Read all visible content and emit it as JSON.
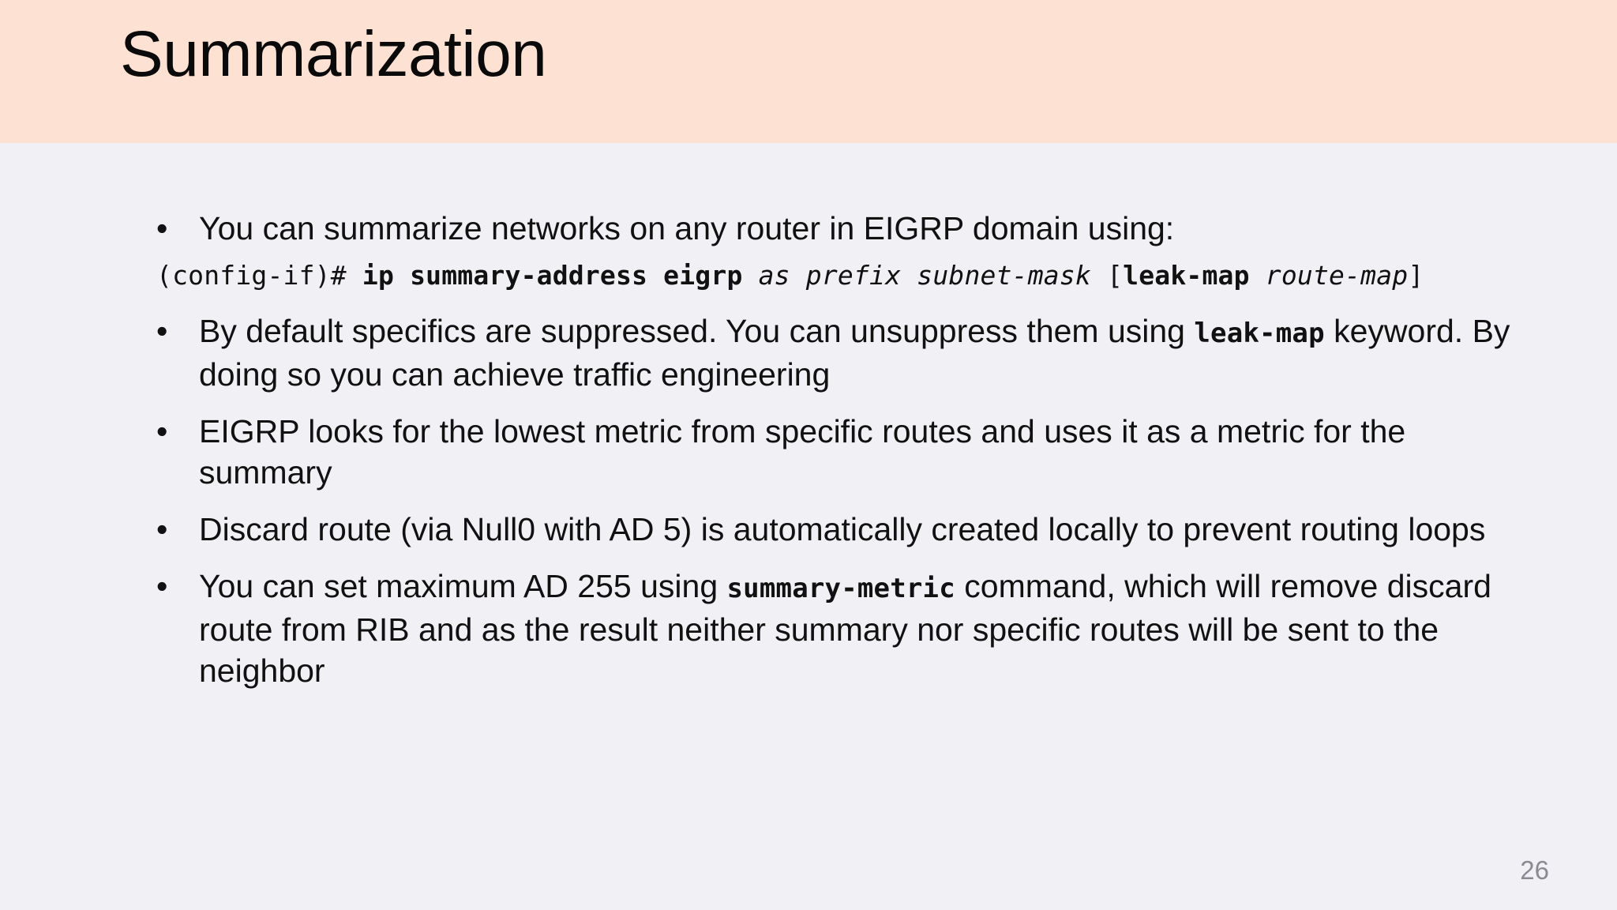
{
  "slide": {
    "title": "Summarization",
    "page_number": "26",
    "colors": {
      "title_band": "#fde2d3",
      "body_background": "#f1f0f4",
      "text": "#111111",
      "page_number": "#8a8a92"
    }
  },
  "bullets": {
    "marker": "•",
    "items": [
      {
        "id": "summarize-networks",
        "text": "You can summarize networks on any router in EIGRP domain using:"
      },
      {
        "id": "leak-map-unsuppress",
        "pre": "By default specifics are suppressed. You can unsuppress them using ",
        "keyword": "leak-map",
        "post": " keyword. By doing so you can achieve traffic engineering"
      },
      {
        "id": "lowest-metric",
        "text": "EIGRP looks for the lowest metric from specific routes and uses it as a metric for the summary"
      },
      {
        "id": "discard-route",
        "text": "Discard route (via Null0 with AD 5) is automatically created locally to prevent routing loops"
      },
      {
        "id": "summary-metric-ad255",
        "pre": "You can set maximum AD 255 using ",
        "keyword": "summary-metric",
        "post": " command, which will remove discard route from RIB and as the result neither summary nor specific routes will be sent to the neighbor"
      }
    ]
  },
  "command_line": {
    "prompt": "(config-if)# ",
    "command": "ip summary-address eigrp",
    "args": " as prefix subnet-mask ",
    "open_bracket": "[",
    "option_keyword": "leak-map",
    "option_value": " route-map",
    "close_bracket": "]"
  }
}
